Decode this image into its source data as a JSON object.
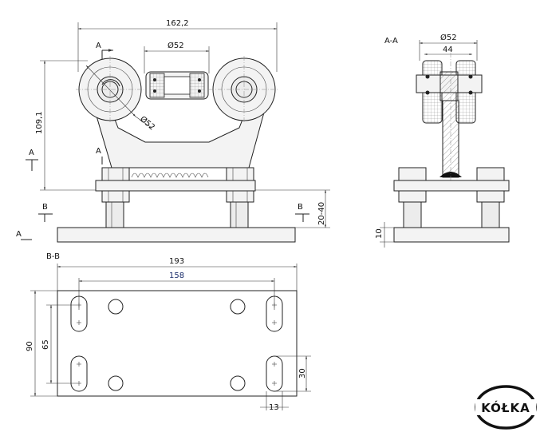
{
  "front_view": {
    "width_dim": "162,2",
    "wheel_dia_top": "Ø52",
    "wheel_dia_angle": "Ø52",
    "height_dim": "109,1",
    "range_dim": "20-40",
    "section_a_left": "A",
    "section_a_right": "A",
    "section_a_left_mark": "A",
    "section_a_bottom": "A",
    "section_b_left": "B",
    "section_b_right": "B"
  },
  "side_view": {
    "title": "A-A",
    "wheel_dia": "Ø52",
    "width_dim": "44",
    "plate_dim": "10"
  },
  "plan_view": {
    "title": "B-B",
    "width_outer": "193",
    "width_inner": "158",
    "height_outer": "90",
    "height_inner": "65",
    "slot_length": "30",
    "slot_width": "13"
  },
  "logo": {
    "text": "KÓŁKA"
  }
}
